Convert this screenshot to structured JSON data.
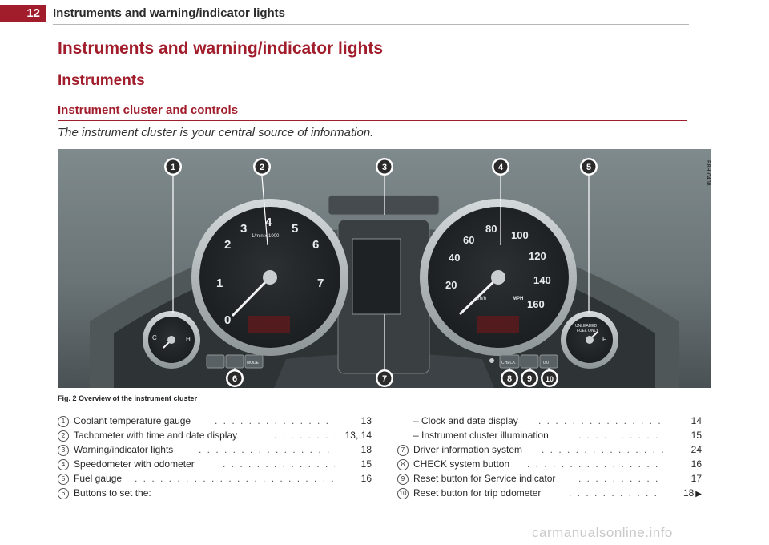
{
  "header": {
    "page_number": "12",
    "running_title": "Instruments and warning/indicator lights"
  },
  "headings": {
    "h1": "Instruments and warning/indicator lights",
    "h2": "Instruments",
    "h3": "Instrument cluster and controls",
    "intro": "The instrument cluster is your central source of information."
  },
  "figure": {
    "callouts": [
      "1",
      "2",
      "3",
      "4",
      "5",
      "6",
      "7",
      "8",
      "9",
      "10"
    ],
    "code": "B8H-0408",
    "tach_ticks": [
      "1",
      "2",
      "3",
      "4",
      "5",
      "6",
      "7"
    ],
    "tach_unit": "1/min x 1000",
    "speedo_kmh": [
      "20",
      "40",
      "60",
      "80",
      "100",
      "120",
      "140",
      "160"
    ],
    "speedo_mph_label": "MPH",
    "speedo_kmh_label": "km/h",
    "coolant_labels": {
      "cold": "C",
      "hot": "H"
    },
    "fuel_labels": {
      "full": "F",
      "note": "UNLEADED FUEL ONLY"
    },
    "buttons": {
      "mode": "MODE",
      "check": "CHECK",
      "tool": "0.0"
    },
    "caption_label": "Fig. 2",
    "caption_text": "Overview of the instrument cluster"
  },
  "list_left": [
    {
      "n": "1",
      "label": "Coolant temperature gauge",
      "ref": "13"
    },
    {
      "n": "2",
      "label": "Tachometer with time and date display",
      "ref": "13, 14"
    },
    {
      "n": "3",
      "label": "Warning/indicator lights",
      "ref": "18"
    },
    {
      "n": "4",
      "label": "Speedometer with odometer",
      "ref": "15"
    },
    {
      "n": "5",
      "label": "Fuel gauge",
      "ref": "16"
    },
    {
      "n": "6",
      "label": "Buttons to set the:",
      "ref": ""
    }
  ],
  "list_right": [
    {
      "n": "",
      "label": "– Clock and date display",
      "ref": "14"
    },
    {
      "n": "",
      "label": "– Instrument cluster illumination",
      "ref": "15"
    },
    {
      "n": "7",
      "label": "Driver information system",
      "ref": "24"
    },
    {
      "n": "8",
      "label": "CHECK system button",
      "ref": "16"
    },
    {
      "n": "9",
      "label": "Reset button for Service indicator",
      "ref": "17"
    },
    {
      "n": "10",
      "label": "Reset button for trip odometer",
      "ref": "18"
    }
  ],
  "footer": "carmanualsonline.info"
}
